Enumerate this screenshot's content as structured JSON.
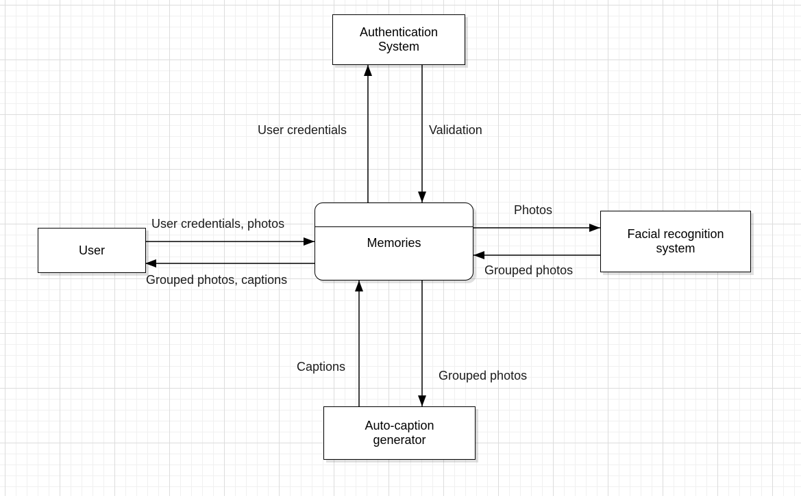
{
  "nodes": {
    "auth": "Authentication\nSystem",
    "user": "User",
    "facial": "Facial recognition\nsystem",
    "caption": "Auto-caption\ngenerator",
    "process": "Memories"
  },
  "flows": {
    "user_to_auth": "User credentials",
    "auth_to_memories": "Validation",
    "memories_to_facial": "Photos",
    "facial_to_memories": "Grouped photos",
    "user_to_memories": "User credentials, photos",
    "memories_to_user": "Grouped photos, captions",
    "caption_to_memories": "Captions",
    "memories_to_caption": "Grouped photos"
  }
}
